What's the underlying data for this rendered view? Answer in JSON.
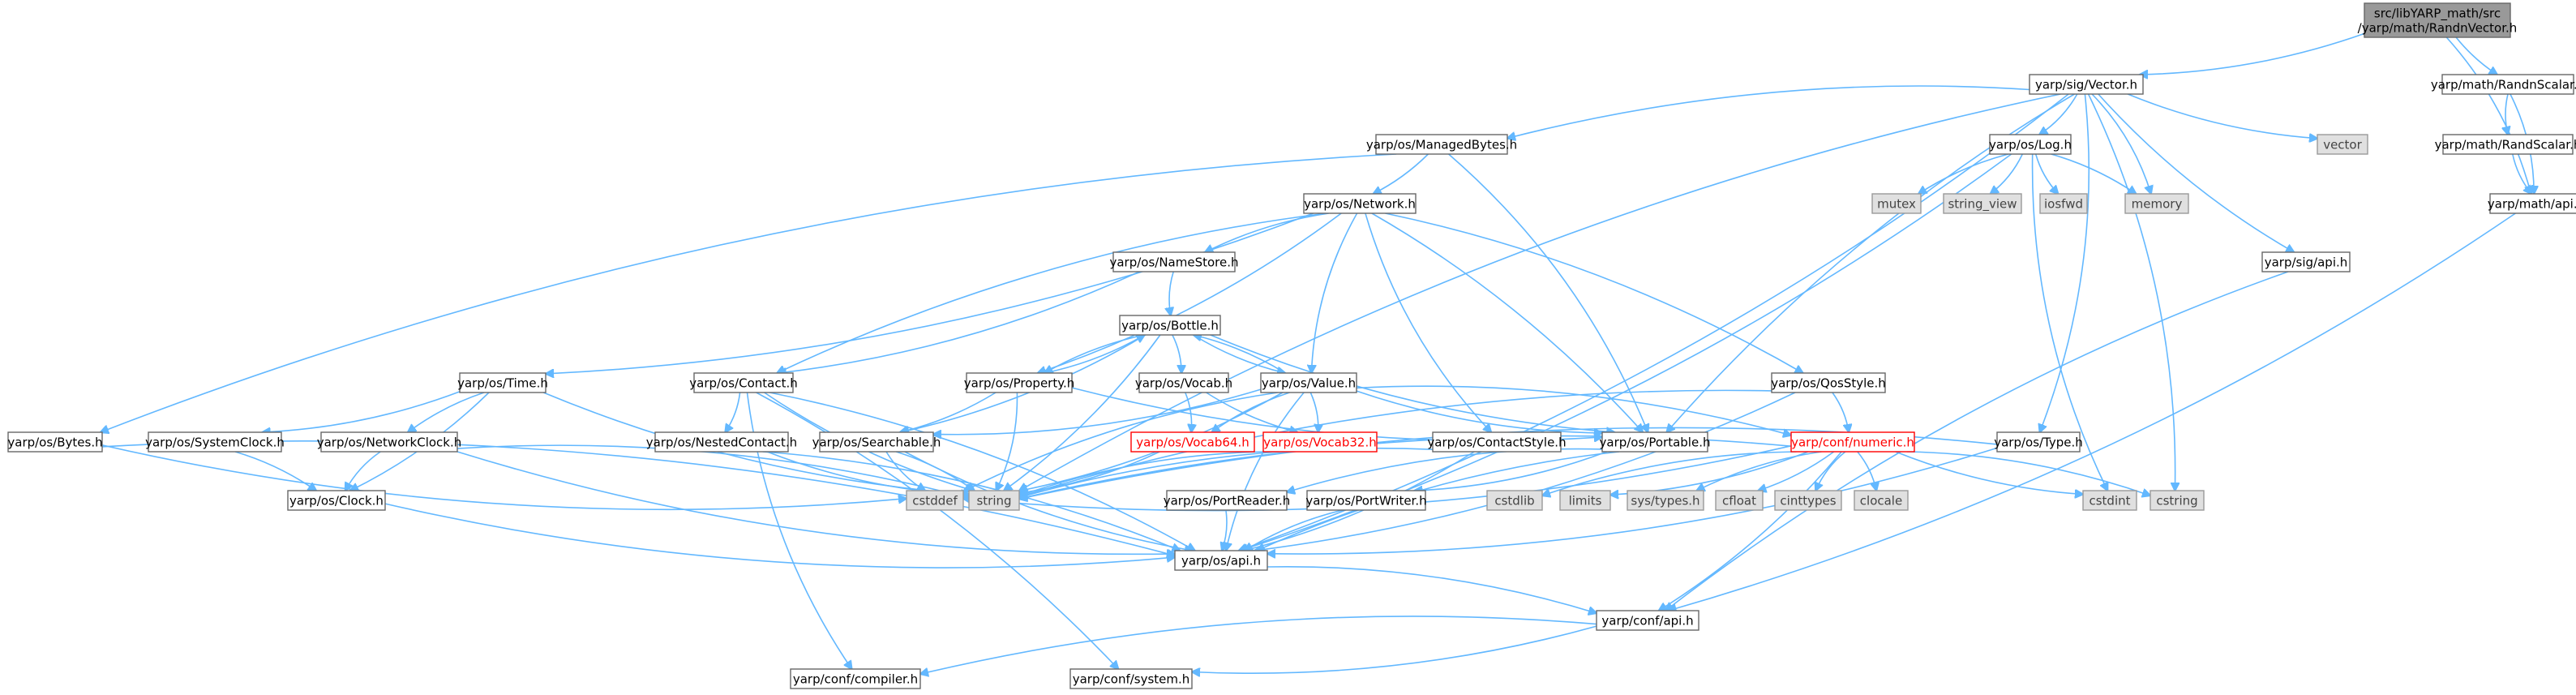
{
  "nodes": [
    {
      "id": "root",
      "lines": [
        "src/libYARP_math/src",
        "/yarp/math/RandnVector.h"
      ],
      "kind": "root"
    },
    {
      "id": "vector_h",
      "lines": [
        "yarp/sig/Vector.h"
      ]
    },
    {
      "id": "randnscalar",
      "lines": [
        "yarp/math/RandnScalar.h"
      ]
    },
    {
      "id": "randscalar",
      "lines": [
        "yarp/math/RandScalar.h"
      ]
    },
    {
      "id": "math_api",
      "lines": [
        "yarp/math/api.h"
      ]
    },
    {
      "id": "managedbytes",
      "lines": [
        "yarp/os/ManagedBytes.h"
      ]
    },
    {
      "id": "log",
      "lines": [
        "yarp/os/Log.h"
      ]
    },
    {
      "id": "vector_std",
      "lines": [
        "vector"
      ],
      "kind": "sys"
    },
    {
      "id": "network",
      "lines": [
        "yarp/os/Network.h"
      ]
    },
    {
      "id": "mutex",
      "lines": [
        "mutex"
      ],
      "kind": "sys"
    },
    {
      "id": "string_view",
      "lines": [
        "string_view"
      ],
      "kind": "sys"
    },
    {
      "id": "iosfwd",
      "lines": [
        "iosfwd"
      ],
      "kind": "sys"
    },
    {
      "id": "memory",
      "lines": [
        "memory"
      ],
      "kind": "sys"
    },
    {
      "id": "namestore",
      "lines": [
        "yarp/os/NameStore.h"
      ]
    },
    {
      "id": "sig_api",
      "lines": [
        "yarp/sig/api.h"
      ]
    },
    {
      "id": "bottle",
      "lines": [
        "yarp/os/Bottle.h"
      ]
    },
    {
      "id": "time",
      "lines": [
        "yarp/os/Time.h"
      ]
    },
    {
      "id": "contact",
      "lines": [
        "yarp/os/Contact.h"
      ]
    },
    {
      "id": "property",
      "lines": [
        "yarp/os/Property.h"
      ]
    },
    {
      "id": "vocab",
      "lines": [
        "yarp/os/Vocab.h"
      ]
    },
    {
      "id": "value",
      "lines": [
        "yarp/os/Value.h"
      ]
    },
    {
      "id": "qosstyle",
      "lines": [
        "yarp/os/QosStyle.h"
      ]
    },
    {
      "id": "bytes",
      "lines": [
        "yarp/os/Bytes.h"
      ]
    },
    {
      "id": "systemclock",
      "lines": [
        "yarp/os/SystemClock.h"
      ]
    },
    {
      "id": "networkclock",
      "lines": [
        "yarp/os/NetworkClock.h"
      ]
    },
    {
      "id": "nestedcontact",
      "lines": [
        "yarp/os/NestedContact.h"
      ]
    },
    {
      "id": "searchable",
      "lines": [
        "yarp/os/Searchable.h"
      ]
    },
    {
      "id": "vocab64",
      "lines": [
        "yarp/os/Vocab64.h"
      ],
      "kind": "red"
    },
    {
      "id": "vocab32",
      "lines": [
        "yarp/os/Vocab32.h"
      ],
      "kind": "red"
    },
    {
      "id": "contactstyle",
      "lines": [
        "yarp/os/ContactStyle.h"
      ]
    },
    {
      "id": "portable",
      "lines": [
        "yarp/os/Portable.h"
      ]
    },
    {
      "id": "numeric",
      "lines": [
        "yarp/conf/numeric.h"
      ],
      "kind": "red"
    },
    {
      "id": "type",
      "lines": [
        "yarp/os/Type.h"
      ]
    },
    {
      "id": "clock",
      "lines": [
        "yarp/os/Clock.h"
      ]
    },
    {
      "id": "cstddef",
      "lines": [
        "cstddef"
      ],
      "kind": "sys"
    },
    {
      "id": "string",
      "lines": [
        "string"
      ],
      "kind": "sys"
    },
    {
      "id": "portreader",
      "lines": [
        "yarp/os/PortReader.h"
      ]
    },
    {
      "id": "portwriter",
      "lines": [
        "yarp/os/PortWriter.h"
      ]
    },
    {
      "id": "cstdlib",
      "lines": [
        "cstdlib"
      ],
      "kind": "sys"
    },
    {
      "id": "limits",
      "lines": [
        "limits"
      ],
      "kind": "sys"
    },
    {
      "id": "systypes",
      "lines": [
        "sys/types.h"
      ],
      "kind": "sys"
    },
    {
      "id": "cfloat",
      "lines": [
        "cfloat"
      ],
      "kind": "sys"
    },
    {
      "id": "cinttypes",
      "lines": [
        "cinttypes"
      ],
      "kind": "sys"
    },
    {
      "id": "clocale",
      "lines": [
        "clocale"
      ],
      "kind": "sys"
    },
    {
      "id": "cstdint",
      "lines": [
        "cstdint"
      ],
      "kind": "sys"
    },
    {
      "id": "cstring",
      "lines": [
        "cstring"
      ],
      "kind": "sys"
    },
    {
      "id": "os_api",
      "lines": [
        "yarp/os/api.h"
      ]
    },
    {
      "id": "conf_api",
      "lines": [
        "yarp/conf/api.h"
      ]
    },
    {
      "id": "compiler",
      "lines": [
        "yarp/conf/compiler.h"
      ]
    },
    {
      "id": "system",
      "lines": [
        "yarp/conf/system.h"
      ]
    }
  ],
  "edges": [
    [
      "root",
      "vector_h"
    ],
    [
      "root",
      "randnscalar"
    ],
    [
      "root",
      "math_api"
    ],
    [
      "randnscalar",
      "randscalar"
    ],
    [
      "randnscalar",
      "math_api"
    ],
    [
      "randscalar",
      "math_api"
    ],
    [
      "math_api",
      "conf_api"
    ],
    [
      "vector_h",
      "managedbytes"
    ],
    [
      "vector_h",
      "log"
    ],
    [
      "vector_h",
      "vector_std"
    ],
    [
      "vector_h",
      "memory"
    ],
    [
      "vector_h",
      "sig_api"
    ],
    [
      "vector_h",
      "type"
    ],
    [
      "vector_h",
      "portable"
    ],
    [
      "vector_h",
      "cstring"
    ],
    [
      "vector_h",
      "string"
    ],
    [
      "vector_h",
      "os_api"
    ],
    [
      "sig_api",
      "conf_api"
    ],
    [
      "managedbytes",
      "network"
    ],
    [
      "managedbytes",
      "bytes"
    ],
    [
      "managedbytes",
      "portable"
    ],
    [
      "log",
      "mutex"
    ],
    [
      "log",
      "string_view"
    ],
    [
      "log",
      "iosfwd"
    ],
    [
      "log",
      "memory"
    ],
    [
      "log",
      "cstdint"
    ],
    [
      "log",
      "os_api"
    ],
    [
      "network",
      "namestore"
    ],
    [
      "network",
      "time"
    ],
    [
      "network",
      "contact"
    ],
    [
      "network",
      "property"
    ],
    [
      "network",
      "value"
    ],
    [
      "network",
      "qosstyle"
    ],
    [
      "network",
      "contactstyle"
    ],
    [
      "network",
      "portable"
    ],
    [
      "namestore",
      "bottle"
    ],
    [
      "namestore",
      "contact"
    ],
    [
      "bottle",
      "property"
    ],
    [
      "bottle",
      "vocab"
    ],
    [
      "bottle",
      "value"
    ],
    [
      "bottle",
      "searchable"
    ],
    [
      "bottle",
      "portable"
    ],
    [
      "bottle",
      "string"
    ],
    [
      "property",
      "bottle"
    ],
    [
      "property",
      "searchable"
    ],
    [
      "property",
      "portable"
    ],
    [
      "property",
      "string"
    ],
    [
      "value",
      "bottle"
    ],
    [
      "value",
      "searchable"
    ],
    [
      "value",
      "vocab64"
    ],
    [
      "value",
      "vocab32"
    ],
    [
      "value",
      "portable"
    ],
    [
      "value",
      "numeric"
    ],
    [
      "value",
      "cstddef"
    ],
    [
      "value",
      "string"
    ],
    [
      "value",
      "os_api"
    ],
    [
      "vocab",
      "vocab64"
    ],
    [
      "vocab",
      "vocab32"
    ],
    [
      "vocab64",
      "string"
    ],
    [
      "vocab32",
      "string"
    ],
    [
      "time",
      "systemclock"
    ],
    [
      "time",
      "networkclock"
    ],
    [
      "time",
      "clock"
    ],
    [
      "time",
      "string"
    ],
    [
      "systemclock",
      "clock"
    ],
    [
      "networkclock",
      "clock"
    ],
    [
      "networkclock",
      "string"
    ],
    [
      "networkclock",
      "os_api"
    ],
    [
      "contact",
      "nestedcontact"
    ],
    [
      "contact",
      "string"
    ],
    [
      "contact",
      "os_api"
    ],
    [
      "contact",
      "compiler"
    ],
    [
      "contact",
      "system"
    ],
    [
      "nestedcontact",
      "string"
    ],
    [
      "nestedcontact",
      "os_api"
    ],
    [
      "searchable",
      "cstddef"
    ],
    [
      "searchable",
      "string"
    ],
    [
      "searchable",
      "os_api"
    ],
    [
      "qosstyle",
      "numeric"
    ],
    [
      "qosstyle",
      "string"
    ],
    [
      "qosstyle",
      "os_api"
    ],
    [
      "contactstyle",
      "string"
    ],
    [
      "contactstyle",
      "os_api"
    ],
    [
      "portable",
      "portreader"
    ],
    [
      "portable",
      "portwriter"
    ],
    [
      "portable",
      "os_api"
    ],
    [
      "portreader",
      "os_api"
    ],
    [
      "portwriter",
      "os_api"
    ],
    [
      "numeric",
      "cstddef"
    ],
    [
      "numeric",
      "cstdlib"
    ],
    [
      "numeric",
      "limits"
    ],
    [
      "numeric",
      "systypes"
    ],
    [
      "numeric",
      "cfloat"
    ],
    [
      "numeric",
      "cinttypes"
    ],
    [
      "numeric",
      "clocale"
    ],
    [
      "numeric",
      "cstdint"
    ],
    [
      "numeric",
      "cstring"
    ],
    [
      "numeric",
      "string"
    ],
    [
      "numeric",
      "conf_api"
    ],
    [
      "type",
      "string"
    ],
    [
      "type",
      "os_api"
    ],
    [
      "bytes",
      "cstddef"
    ],
    [
      "bytes",
      "os_api"
    ],
    [
      "clock",
      "os_api"
    ],
    [
      "os_api",
      "conf_api"
    ],
    [
      "conf_api",
      "compiler"
    ],
    [
      "conf_api",
      "system"
    ]
  ]
}
